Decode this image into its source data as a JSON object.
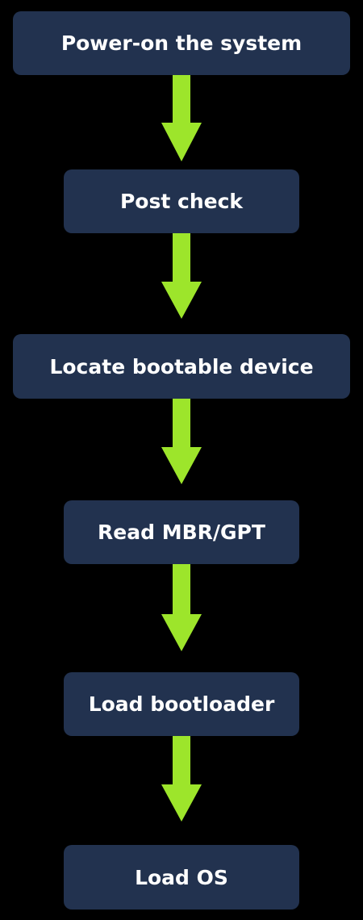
{
  "steps": [
    {
      "label": "Power-on the system"
    },
    {
      "label": "Post check"
    },
    {
      "label": "Locate bootable device"
    },
    {
      "label": "Read MBR/GPT"
    },
    {
      "label": "Load bootloader"
    },
    {
      "label": "Load OS"
    }
  ],
  "colors": {
    "background": "#000000",
    "box": "#22324f",
    "text": "#ffffff",
    "arrow": "#9de52b"
  }
}
